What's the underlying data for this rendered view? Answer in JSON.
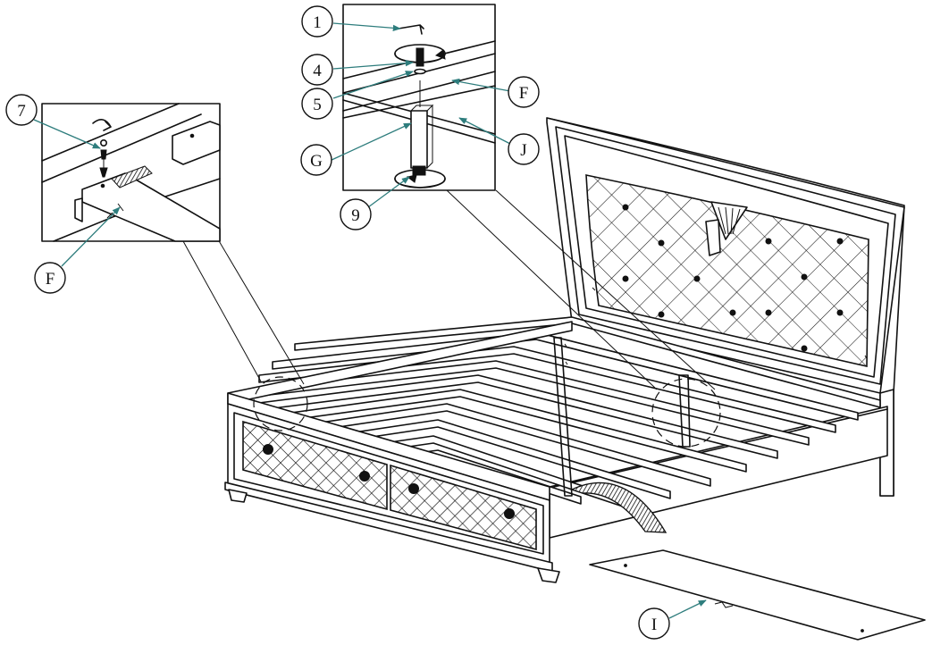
{
  "callouts": {
    "c1": "1",
    "c4": "4",
    "c5": "5",
    "c7": "7",
    "c9": "9",
    "cF1": "F",
    "cF2": "F",
    "cG": "G",
    "cJ": "J",
    "cI": "I"
  },
  "colors": {
    "line": "#111111",
    "leader": "#2e7d7d",
    "background": "#ffffff"
  }
}
